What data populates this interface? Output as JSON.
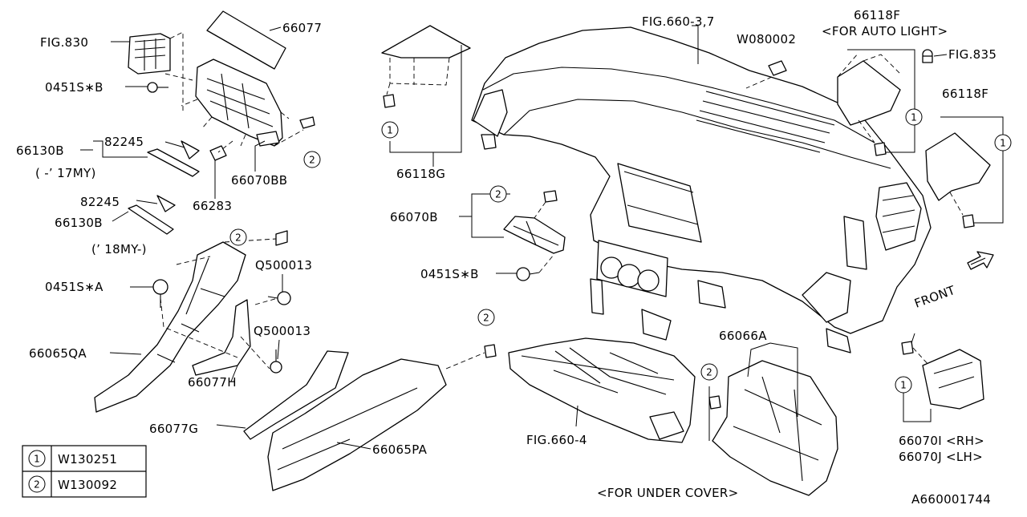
{
  "labels": {
    "fig830": "FIG.830",
    "p66077": "66077",
    "s0451b_top": "0451S∗B",
    "p82245_a": "82245",
    "p66130b_a": "66130B",
    "my17": "( -’ 17MY)",
    "p66283": "66283",
    "p66070bb": "66070BB",
    "p82245_b": "82245",
    "p66130b_b": "66130B",
    "my18": "(’ 18MY-)",
    "s0451a": "0451S∗A",
    "q500013_a": "Q500013",
    "q500013_b": "Q500013",
    "p66065qa": "66065QA",
    "p66077h": "66077H",
    "p66077g": "66077G",
    "p66065pa": "66065PA",
    "p66118g": "66118G",
    "p66070b": "66070B",
    "s0451b_mid": "0451S∗B",
    "fig660_37": "FIG.660-3,7",
    "w080002": "W080002",
    "p66118f_a": "66118F",
    "for_auto_light": "<FOR AUTO LIGHT>",
    "fig835": "FIG.835",
    "p66118f_b": "66118F",
    "front": "FRONT",
    "fig660_4": "FIG.660-4",
    "p66066a": "66066A",
    "for_under_cover": "<FOR UNDER COVER>",
    "p66070i": "66070I <RH>",
    "p66070j": "66070J <LH>",
    "diagram_id": "A660001744"
  },
  "legend": {
    "rows": [
      {
        "marker": "1",
        "part": "W130251"
      },
      {
        "marker": "2",
        "part": "W130092"
      }
    ]
  },
  "markers": {
    "one": "1",
    "two": "2"
  }
}
